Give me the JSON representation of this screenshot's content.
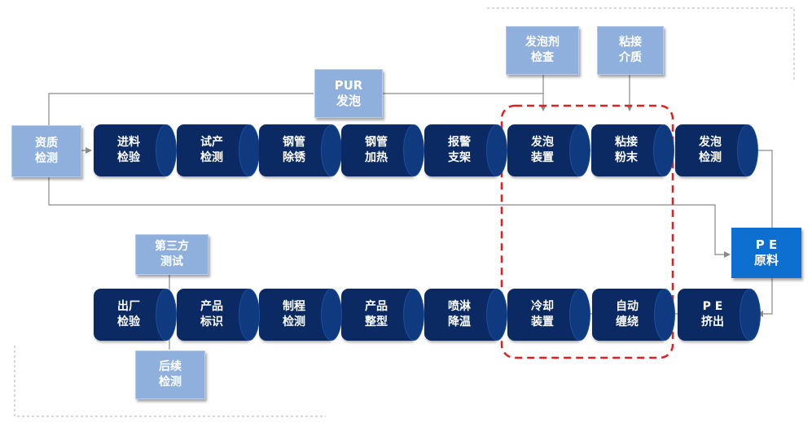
{
  "process_row1": [
    {
      "id": "incoming",
      "label": "进料\n检验"
    },
    {
      "id": "trial",
      "label": "试产\n检测"
    },
    {
      "id": "derust",
      "label": "钢管\n除锈"
    },
    {
      "id": "heat",
      "label": "钢管\n加热"
    },
    {
      "id": "alarm",
      "label": "报警\n支架"
    },
    {
      "id": "foam-device",
      "label": "发泡\n装置"
    },
    {
      "id": "bond-powder",
      "label": "粘接\n粉末"
    },
    {
      "id": "foam-check",
      "label": "发泡\n检测"
    }
  ],
  "process_row2": [
    {
      "id": "pe-extrude",
      "label": "P E\n挤出"
    },
    {
      "id": "auto-wind",
      "label": "自动\n缠绕"
    },
    {
      "id": "cool-device",
      "label": "冷却\n装置"
    },
    {
      "id": "spray-cool",
      "label": "喷淋\n降温"
    },
    {
      "id": "shaping",
      "label": "产品\n整型"
    },
    {
      "id": "process-check",
      "label": "制程\n检测"
    },
    {
      "id": "product-label",
      "label": "产品\n标识"
    },
    {
      "id": "factory-check",
      "label": "出厂\n检验"
    }
  ],
  "inputs": {
    "qualification": "资质\n检测",
    "pur_foam": "PUR\n发泡",
    "foam_agent": "发泡剂\n检查",
    "bond_medium": "粘接\n介质",
    "pe_material": "P E\n原料",
    "third_party": "第三方\n测试",
    "follow_up": "后续\n检测"
  },
  "colors": {
    "cylinder": "#0b2a63",
    "cylinder_cap": "#0f3a80",
    "input_box": "#8fb0dc",
    "pe_box": "#0d6fcf",
    "highlight": "#e02020",
    "connector": "#8a8a8a"
  }
}
